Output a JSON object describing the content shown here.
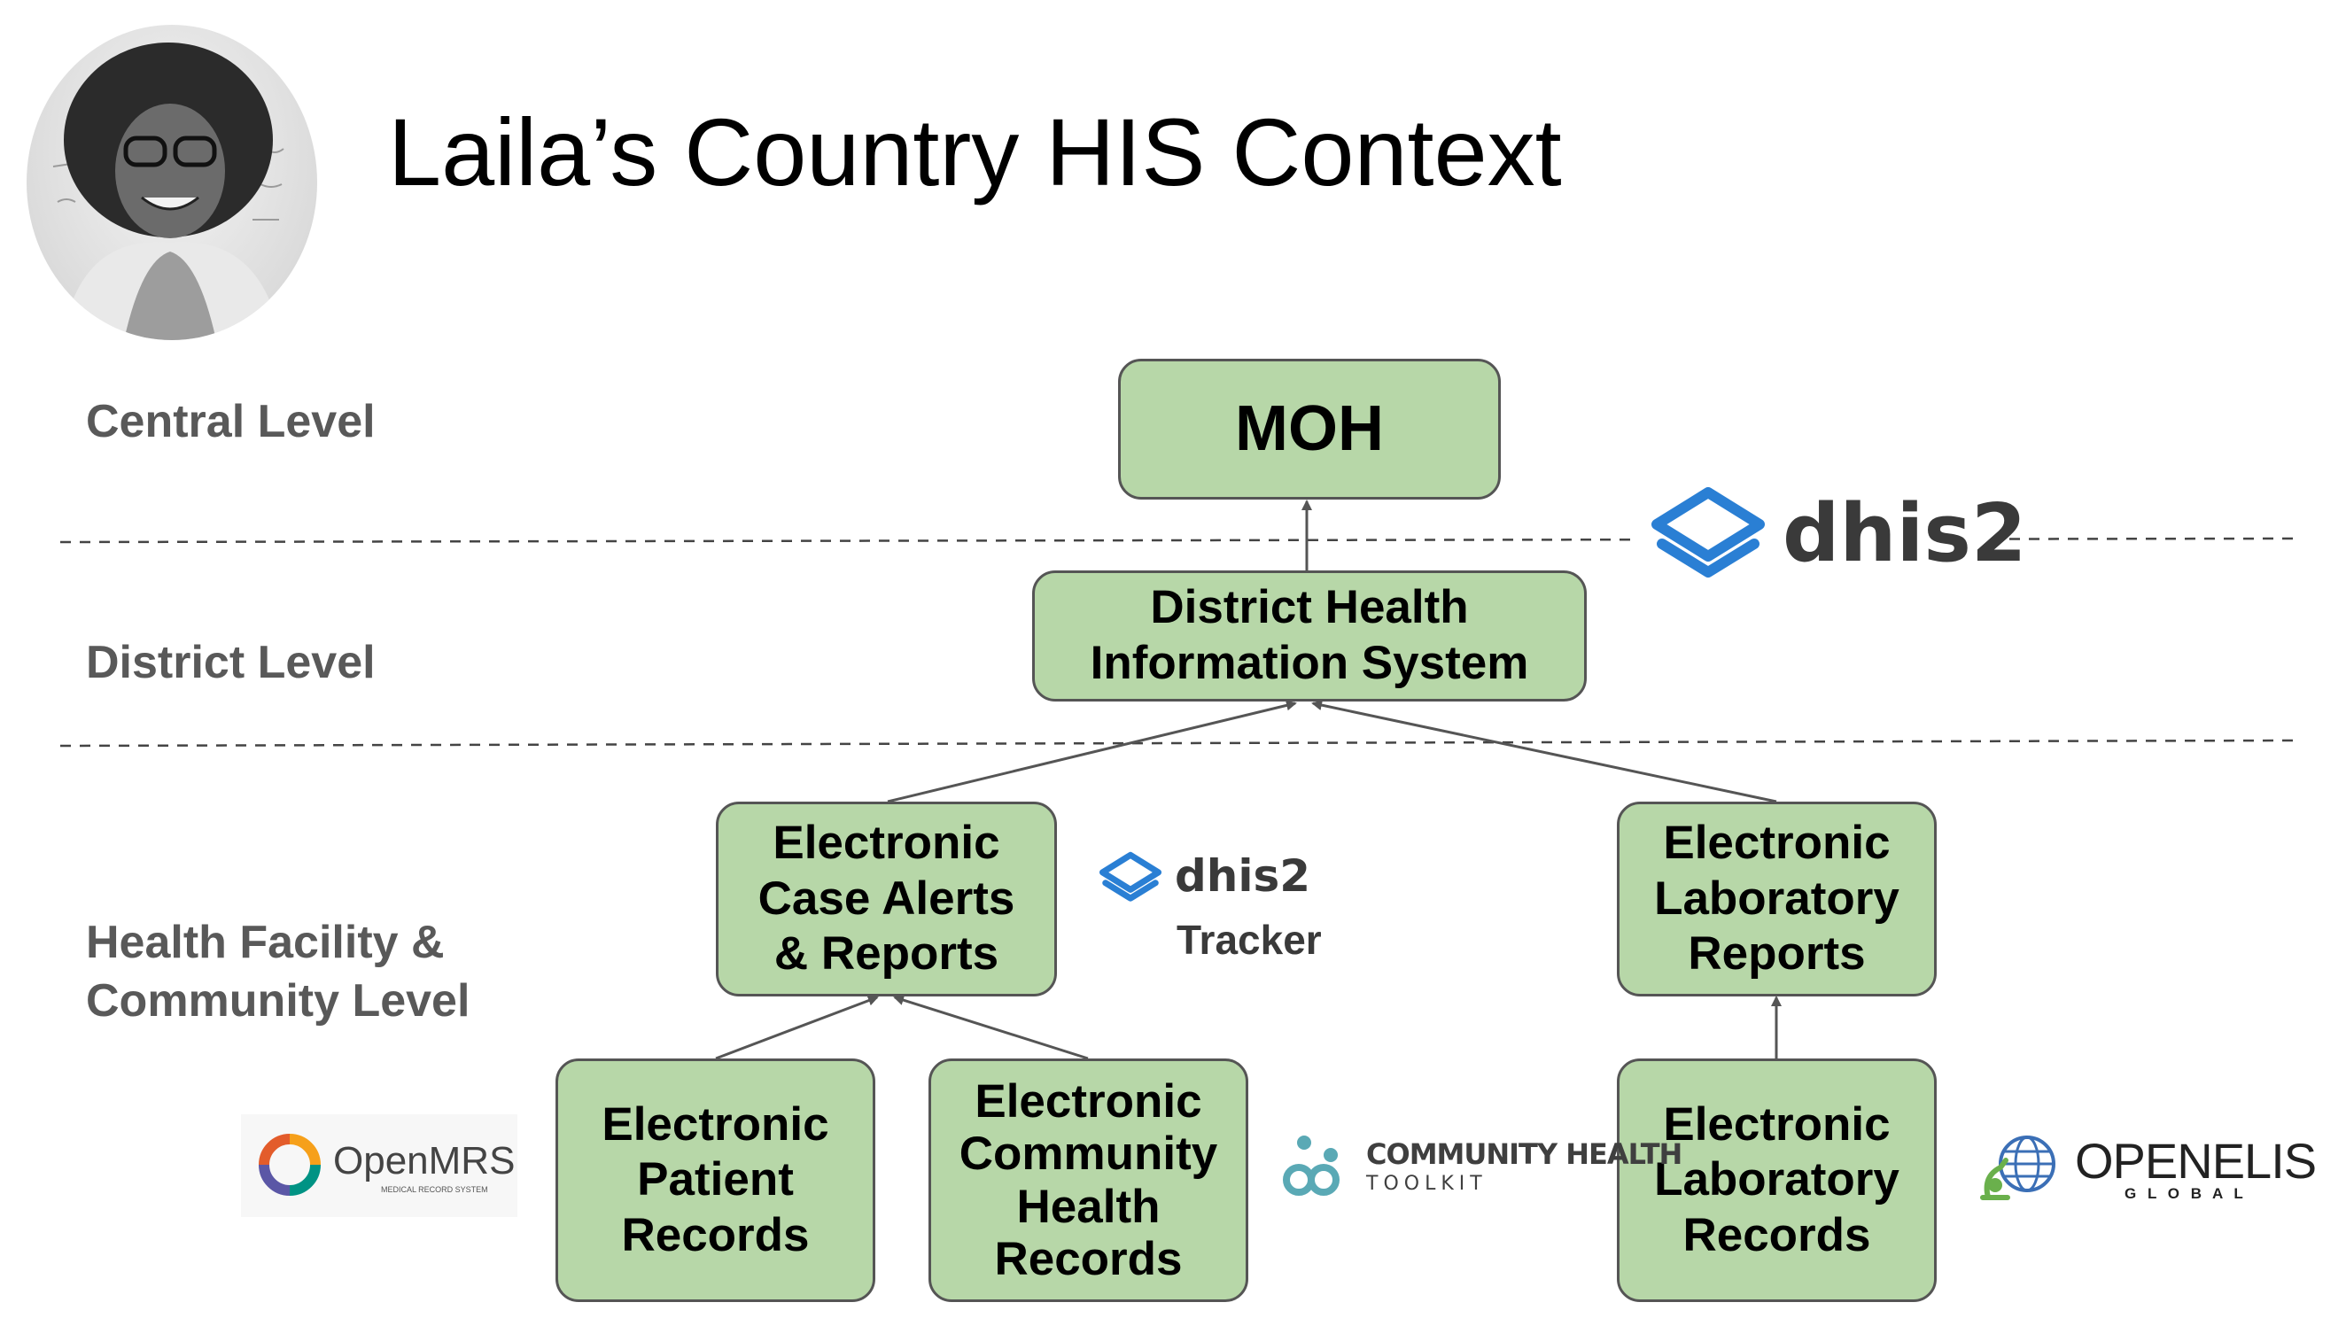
{
  "slide": {
    "title": "Laila’s Country HIS Context"
  },
  "levels": {
    "central": "Central Level",
    "district": "District Level",
    "facility_line1": "Health Facility &",
    "facility_line2": "Community Level"
  },
  "nodes": {
    "moh": {
      "lines": [
        "MOH"
      ]
    },
    "dhis": {
      "lines": [
        "District Health",
        "Information System"
      ]
    },
    "case_alerts": {
      "lines": [
        "Electronic",
        "Case Alerts",
        "& Reports"
      ]
    },
    "lab_reports": {
      "lines": [
        "Electronic",
        "Laboratory",
        "Reports"
      ]
    },
    "patient_records": {
      "lines": [
        "Electronic",
        "Patient",
        "Records"
      ]
    },
    "chw_records": {
      "lines": [
        "Electronic",
        "Community",
        "Health",
        "Records"
      ]
    },
    "lab_records": {
      "lines": [
        "Electronic",
        "Laboratory",
        "Records"
      ]
    }
  },
  "logos": {
    "dhis2_main": "dhis2",
    "dhis2_tracker": "dhis2",
    "tracker_label": "Tracker",
    "openmrs": "OpenMRS",
    "openmrs_sub": "MEDICAL RECORD SYSTEM",
    "cht_line1": "COMMUNITY HEALTH",
    "cht_line2": "TOOLKIT",
    "openelis": "OPENELIS",
    "openelis_sub": "G L O B A L"
  },
  "colors": {
    "node_fill": "#b7d7a8",
    "level_text": "#595959",
    "dhis2_blue": "#2a7fd4",
    "openmrs_orange": "#f6a01a",
    "openmrs_purple": "#5b57a6",
    "openmrs_green": "#009384",
    "cht_teal": "#5aa9b5",
    "openelis_green": "#6ab04c"
  }
}
